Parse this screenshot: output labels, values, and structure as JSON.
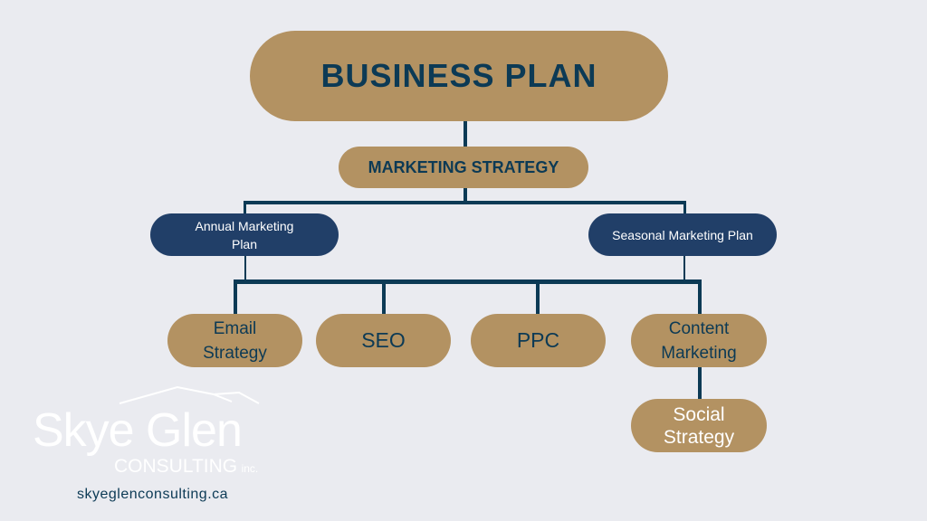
{
  "root": "BUSINESS PLAN",
  "strategy": "MARKETING STRATEGY",
  "plans": [
    "Annual Marketing Plan",
    "Seasonal Marketing Plan"
  ],
  "tactics": [
    "Email Strategy",
    "SEO",
    "PPC",
    "Content Marketing"
  ],
  "sub": "Social Strategy",
  "logo": {
    "name": "Skye Glen",
    "sub": "CONSULTING",
    "suffix": "inc."
  },
  "url": "skyeglenconsulting.ca",
  "colors": {
    "gold": "#b39262",
    "navy": "#213f68",
    "line": "#0c3a55",
    "bg": "#eaebf0"
  }
}
